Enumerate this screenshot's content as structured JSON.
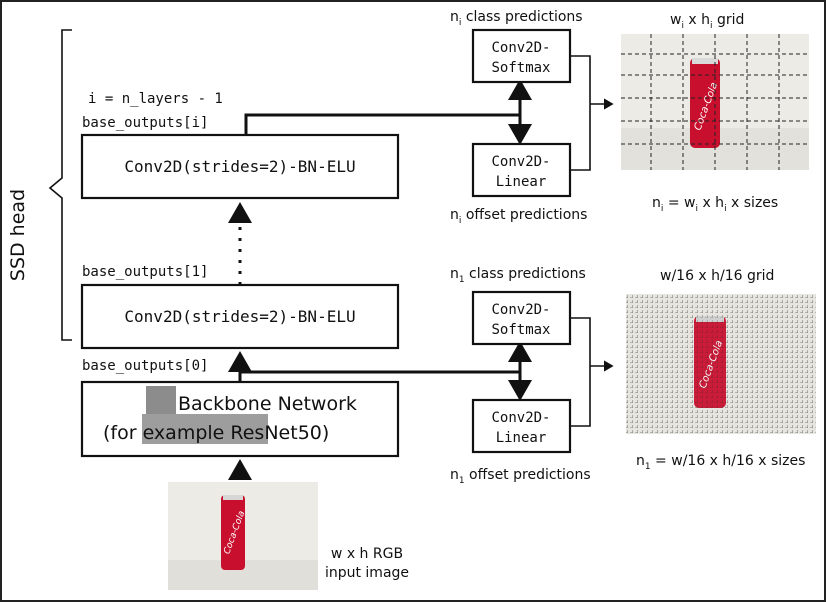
{
  "head_label": "SSD head",
  "base_outputs": {
    "i": "base_outputs[i]",
    "one": "base_outputs[1]",
    "zero": "base_outputs[0]"
  },
  "index_note": "i = n_layers - 1",
  "layers": {
    "top": "Conv2D(strides=2)-BN-ELU",
    "bottom": "Conv2D(strides=2)-BN-ELU"
  },
  "backbone": {
    "line1": "Backbone Network",
    "line2_prefix": "(for ",
    "line2_mid": "example",
    "line2_suffix": " ResNet50)"
  },
  "heads": {
    "softmax_line1": "Conv2D-",
    "softmax_line2": "Softmax",
    "linear_line1": "Conv2D-",
    "linear_line2": "Linear"
  },
  "predictions": {
    "top_class": {
      "n": "n",
      "sub": "i",
      "text": " class predictions"
    },
    "top_offset": {
      "n": "n",
      "sub": "i",
      "text": " offset predictions"
    },
    "bottom_class": {
      "n": "n",
      "sub": "1",
      "text": " class predictions"
    },
    "bottom_offset": {
      "n": "n",
      "sub": "1",
      "text": " offset predictions"
    }
  },
  "grids": {
    "top_title": {
      "w": "w",
      "wsub": "i",
      "mid": " x h",
      "hsub": "i",
      "end": " grid"
    },
    "bottom_title": "w/16 x h/16 grid",
    "top_formula": {
      "n": "n",
      "nsub": "i",
      "a": " = w",
      "wsub": "i",
      "b": " x h",
      "hsub": "i",
      "c": " x sizes"
    },
    "bottom_formula": {
      "n": "n",
      "nsub": "1",
      "rest": " = w/16 x h/16 x sizes"
    }
  },
  "can_text": "Coca-Cola",
  "input_caption": {
    "line1": "w x h RGB",
    "line2": "input image"
  },
  "colors": {
    "can_red": "#c8102e",
    "photo_bg": "#ecebe6",
    "redaction": "#8c8c8c"
  }
}
